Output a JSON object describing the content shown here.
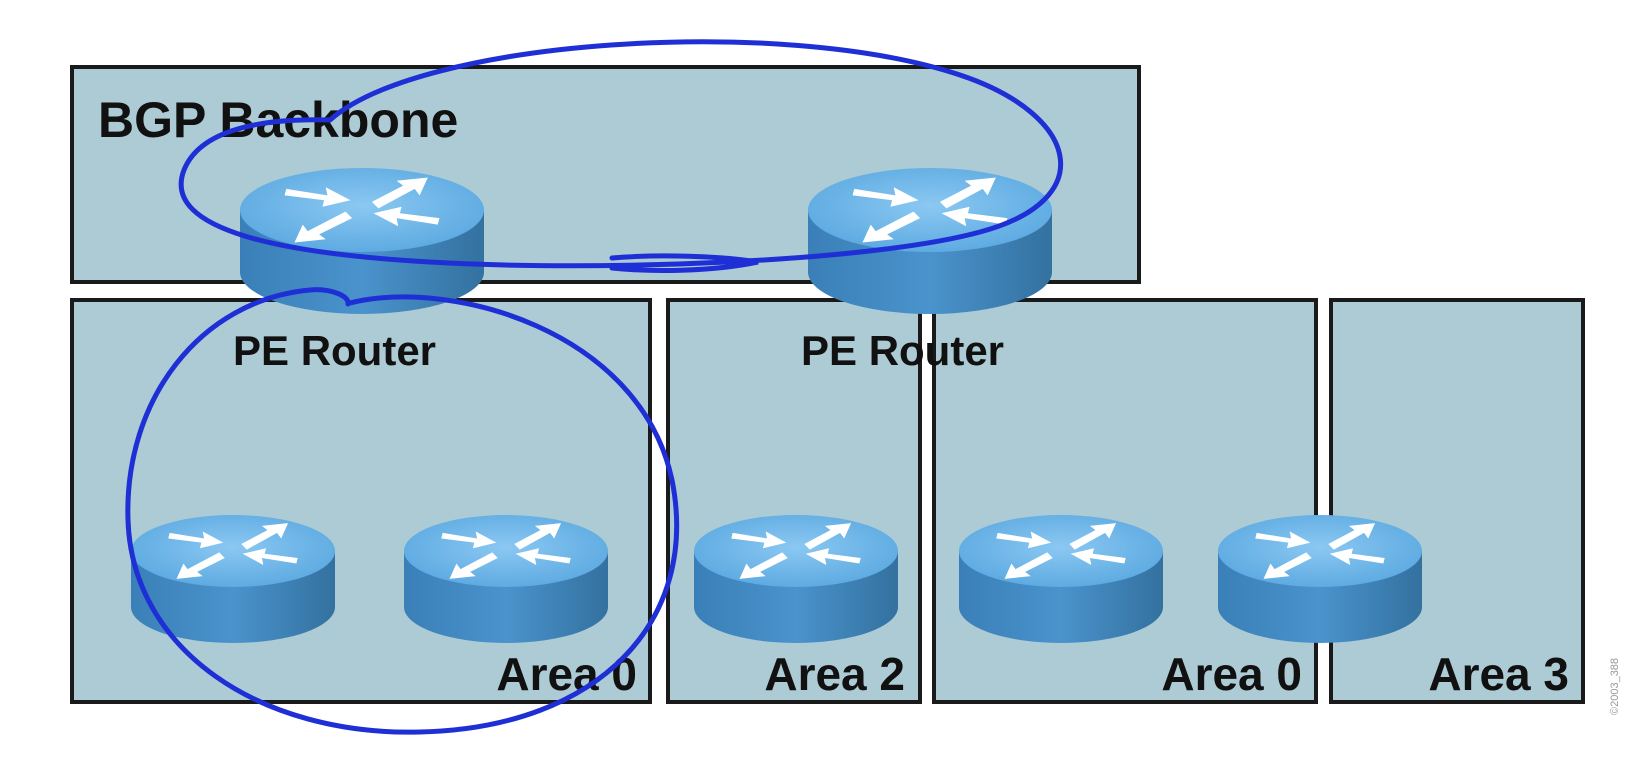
{
  "diagram": {
    "backbone": {
      "label": "BGP Backbone"
    },
    "pe_router_label": "PE Router",
    "areas": [
      {
        "label": "Area 0"
      },
      {
        "label": "Area 2"
      },
      {
        "label": "Area 0"
      },
      {
        "label": "Area 3"
      }
    ],
    "watermark": "©2003_388"
  },
  "colors": {
    "panel_fill": "#adcbd4",
    "panel_border": "#1a1a1a",
    "router_top": "#6fb6e8",
    "router_side": "#3f85bf",
    "router_arrow": "#ffffff",
    "annotation_ink": "#1f2fd6"
  }
}
